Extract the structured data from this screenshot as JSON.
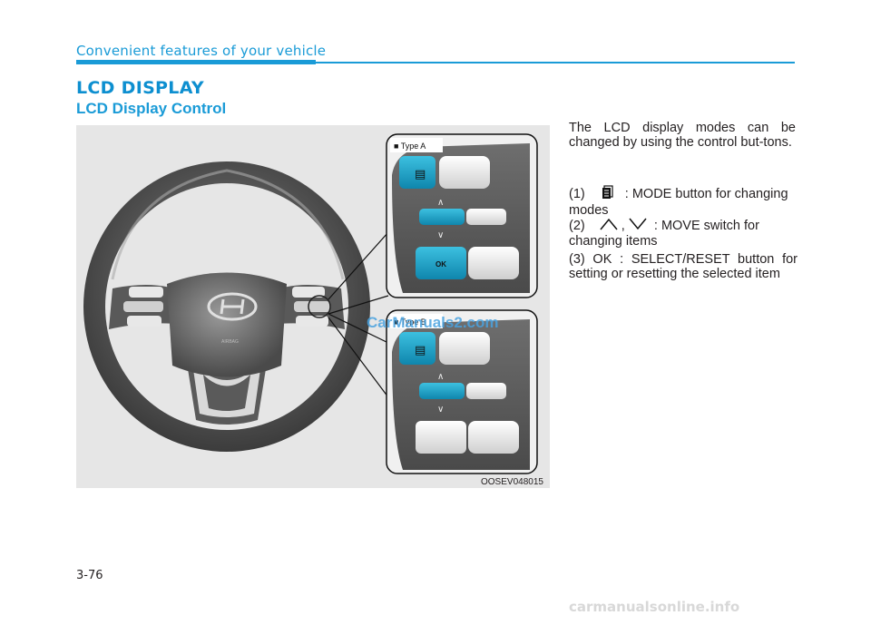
{
  "header": {
    "title": "Convenient features of your vehicle"
  },
  "section": {
    "title": "LCD DISPLAY",
    "subtitle": "LCD Display Control"
  },
  "figure": {
    "code": "OOSEV048015",
    "inset_a_label": "■ Type A",
    "inset_b_label": "■ Type B",
    "ok_label": "OK",
    "watermark": "CarManuals2.com"
  },
  "body": {
    "intro": "The LCD display modes can be changed by using the control but-tons.",
    "item1_prefix": "(1)",
    "item1_text": ": MODE button for changing modes",
    "item2_prefix": "(2)",
    "item2_sep": ",",
    "item2_text": ": MOVE switch for changing items",
    "item3_text": "(3) OK : SELECT/RESET button for setting or resetting the selected item"
  },
  "page": {
    "number": "3-76"
  },
  "footer": {
    "watermark": "carmanualsonline.info"
  },
  "colors": {
    "accent": "#1a9bd7",
    "button_blue": "#1aa0c8"
  }
}
